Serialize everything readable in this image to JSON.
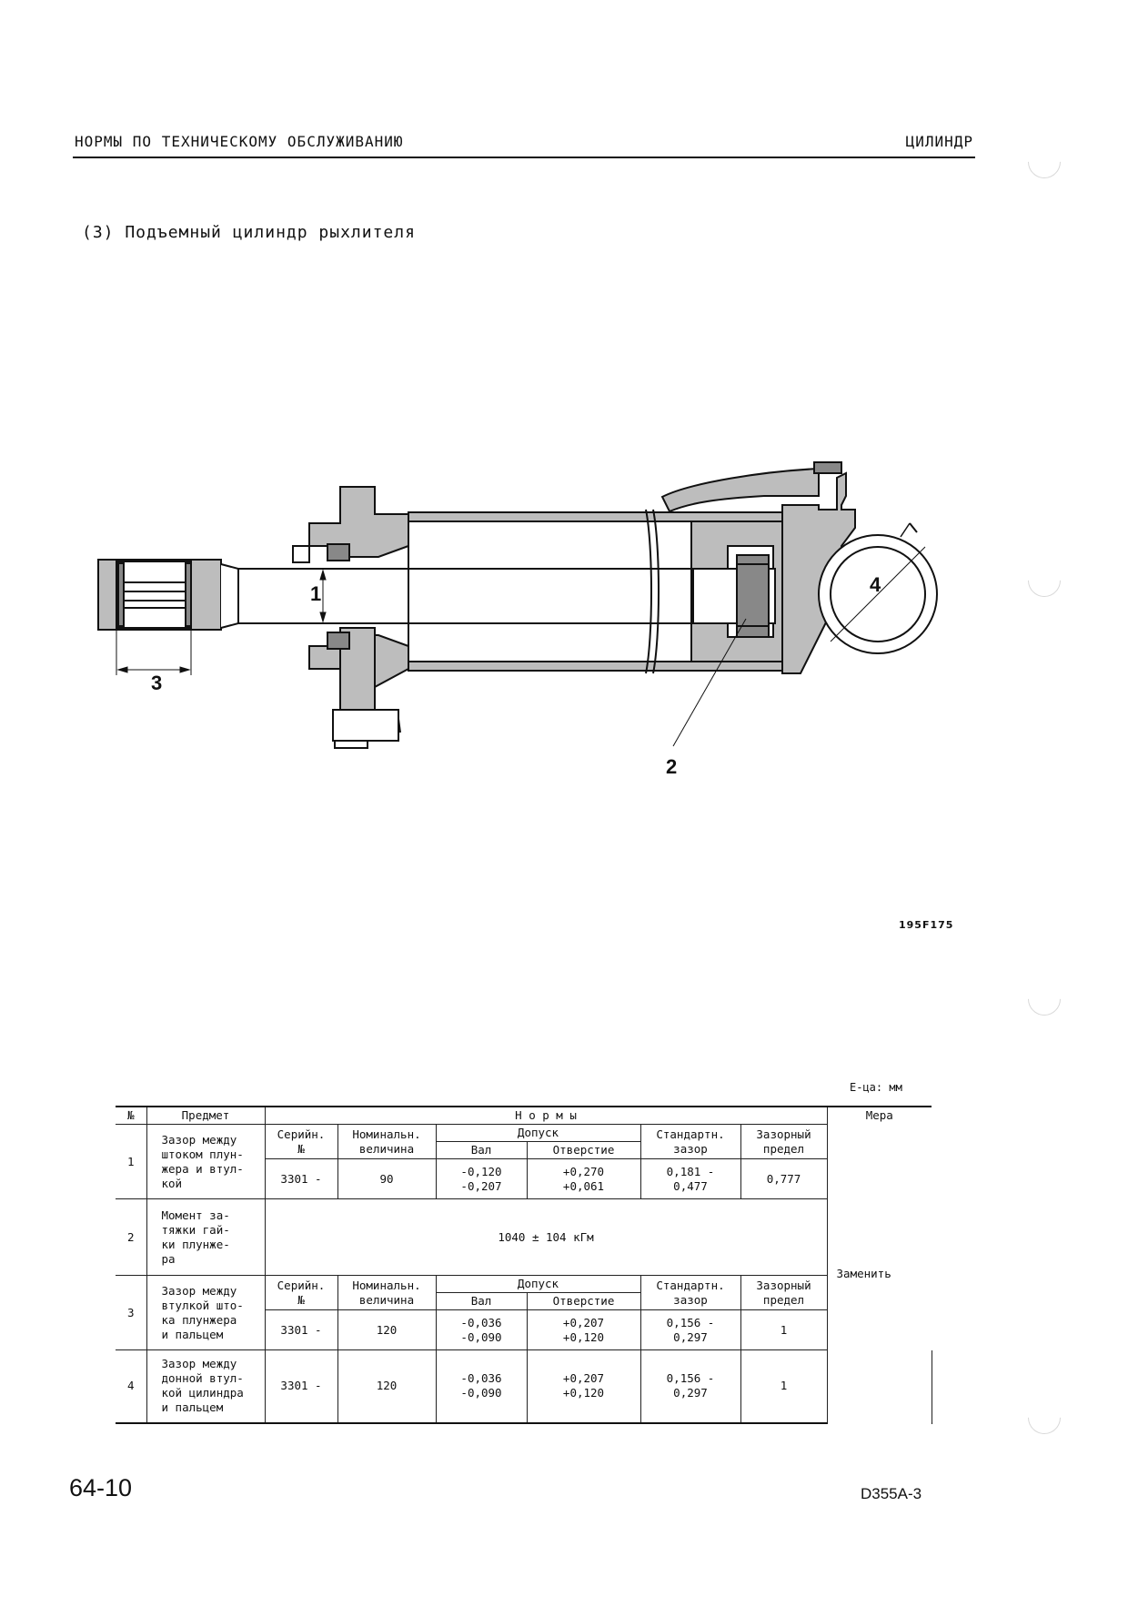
{
  "header": {
    "left_title": "НОРМЫ ПО ТЕХНИЧЕСКОМУ ОБСЛУЖИВАНИЮ",
    "right_title": "ЦИЛИНДР"
  },
  "section_title": "(3) Подъемный цилиндр рыхлителя",
  "drawing": {
    "callouts": [
      "1",
      "2",
      "3",
      "4"
    ],
    "figure_code": "195F175"
  },
  "unit_label": "Е-ца:   мм",
  "table": {
    "head": {
      "no": "№",
      "item": "Предмет",
      "norms": "Н о р м ы",
      "measure": "Мера",
      "serial": "Серийн.\n№",
      "nominal": "Номинальн.\nвеличина",
      "tolerance": "Допуск",
      "shaft": "Вал",
      "hole": "Отверстие",
      "std_clearance": "Стандартн.\nзазор",
      "limit_clearance": "Зазорный\nпредел"
    },
    "rows": [
      {
        "no": "1",
        "item": "Зазор между\nштоком плун-\nжера и втул-\nкой",
        "serial": "3301 -",
        "nominal": "90",
        "shaft": "-0,120\n-0,207",
        "hole": "+0,270\n+0,061",
        "std": "0,181 -\n0,477",
        "limit": "0,777"
      },
      {
        "no": "2",
        "item": "Момент за-\nтяжки гай-\nки плунже-\nра",
        "torque": "1040 ± 104 кГм"
      },
      {
        "no": "3",
        "item": "Зазор между\nвтулкой што-\nка плунжера\nи пальцем",
        "serial": "3301 -",
        "nominal": "120",
        "shaft": "-0,036\n-0,090",
        "hole": "+0,207\n+0,120",
        "std": "0,156 -\n0,297",
        "limit": "1"
      },
      {
        "no": "4",
        "item": "Зазор между\nдонной втул-\nкой цилиндра\nи пальцем",
        "serial": "3301 -",
        "nominal": "120",
        "shaft": "-0,036\n-0,090",
        "hole": "+0,207\n+0,120",
        "std": "0,156 -\n0,297",
        "limit": "1"
      }
    ],
    "action": "Заменить"
  },
  "footer": {
    "page_number": "64-10",
    "model": "D355A-3"
  }
}
